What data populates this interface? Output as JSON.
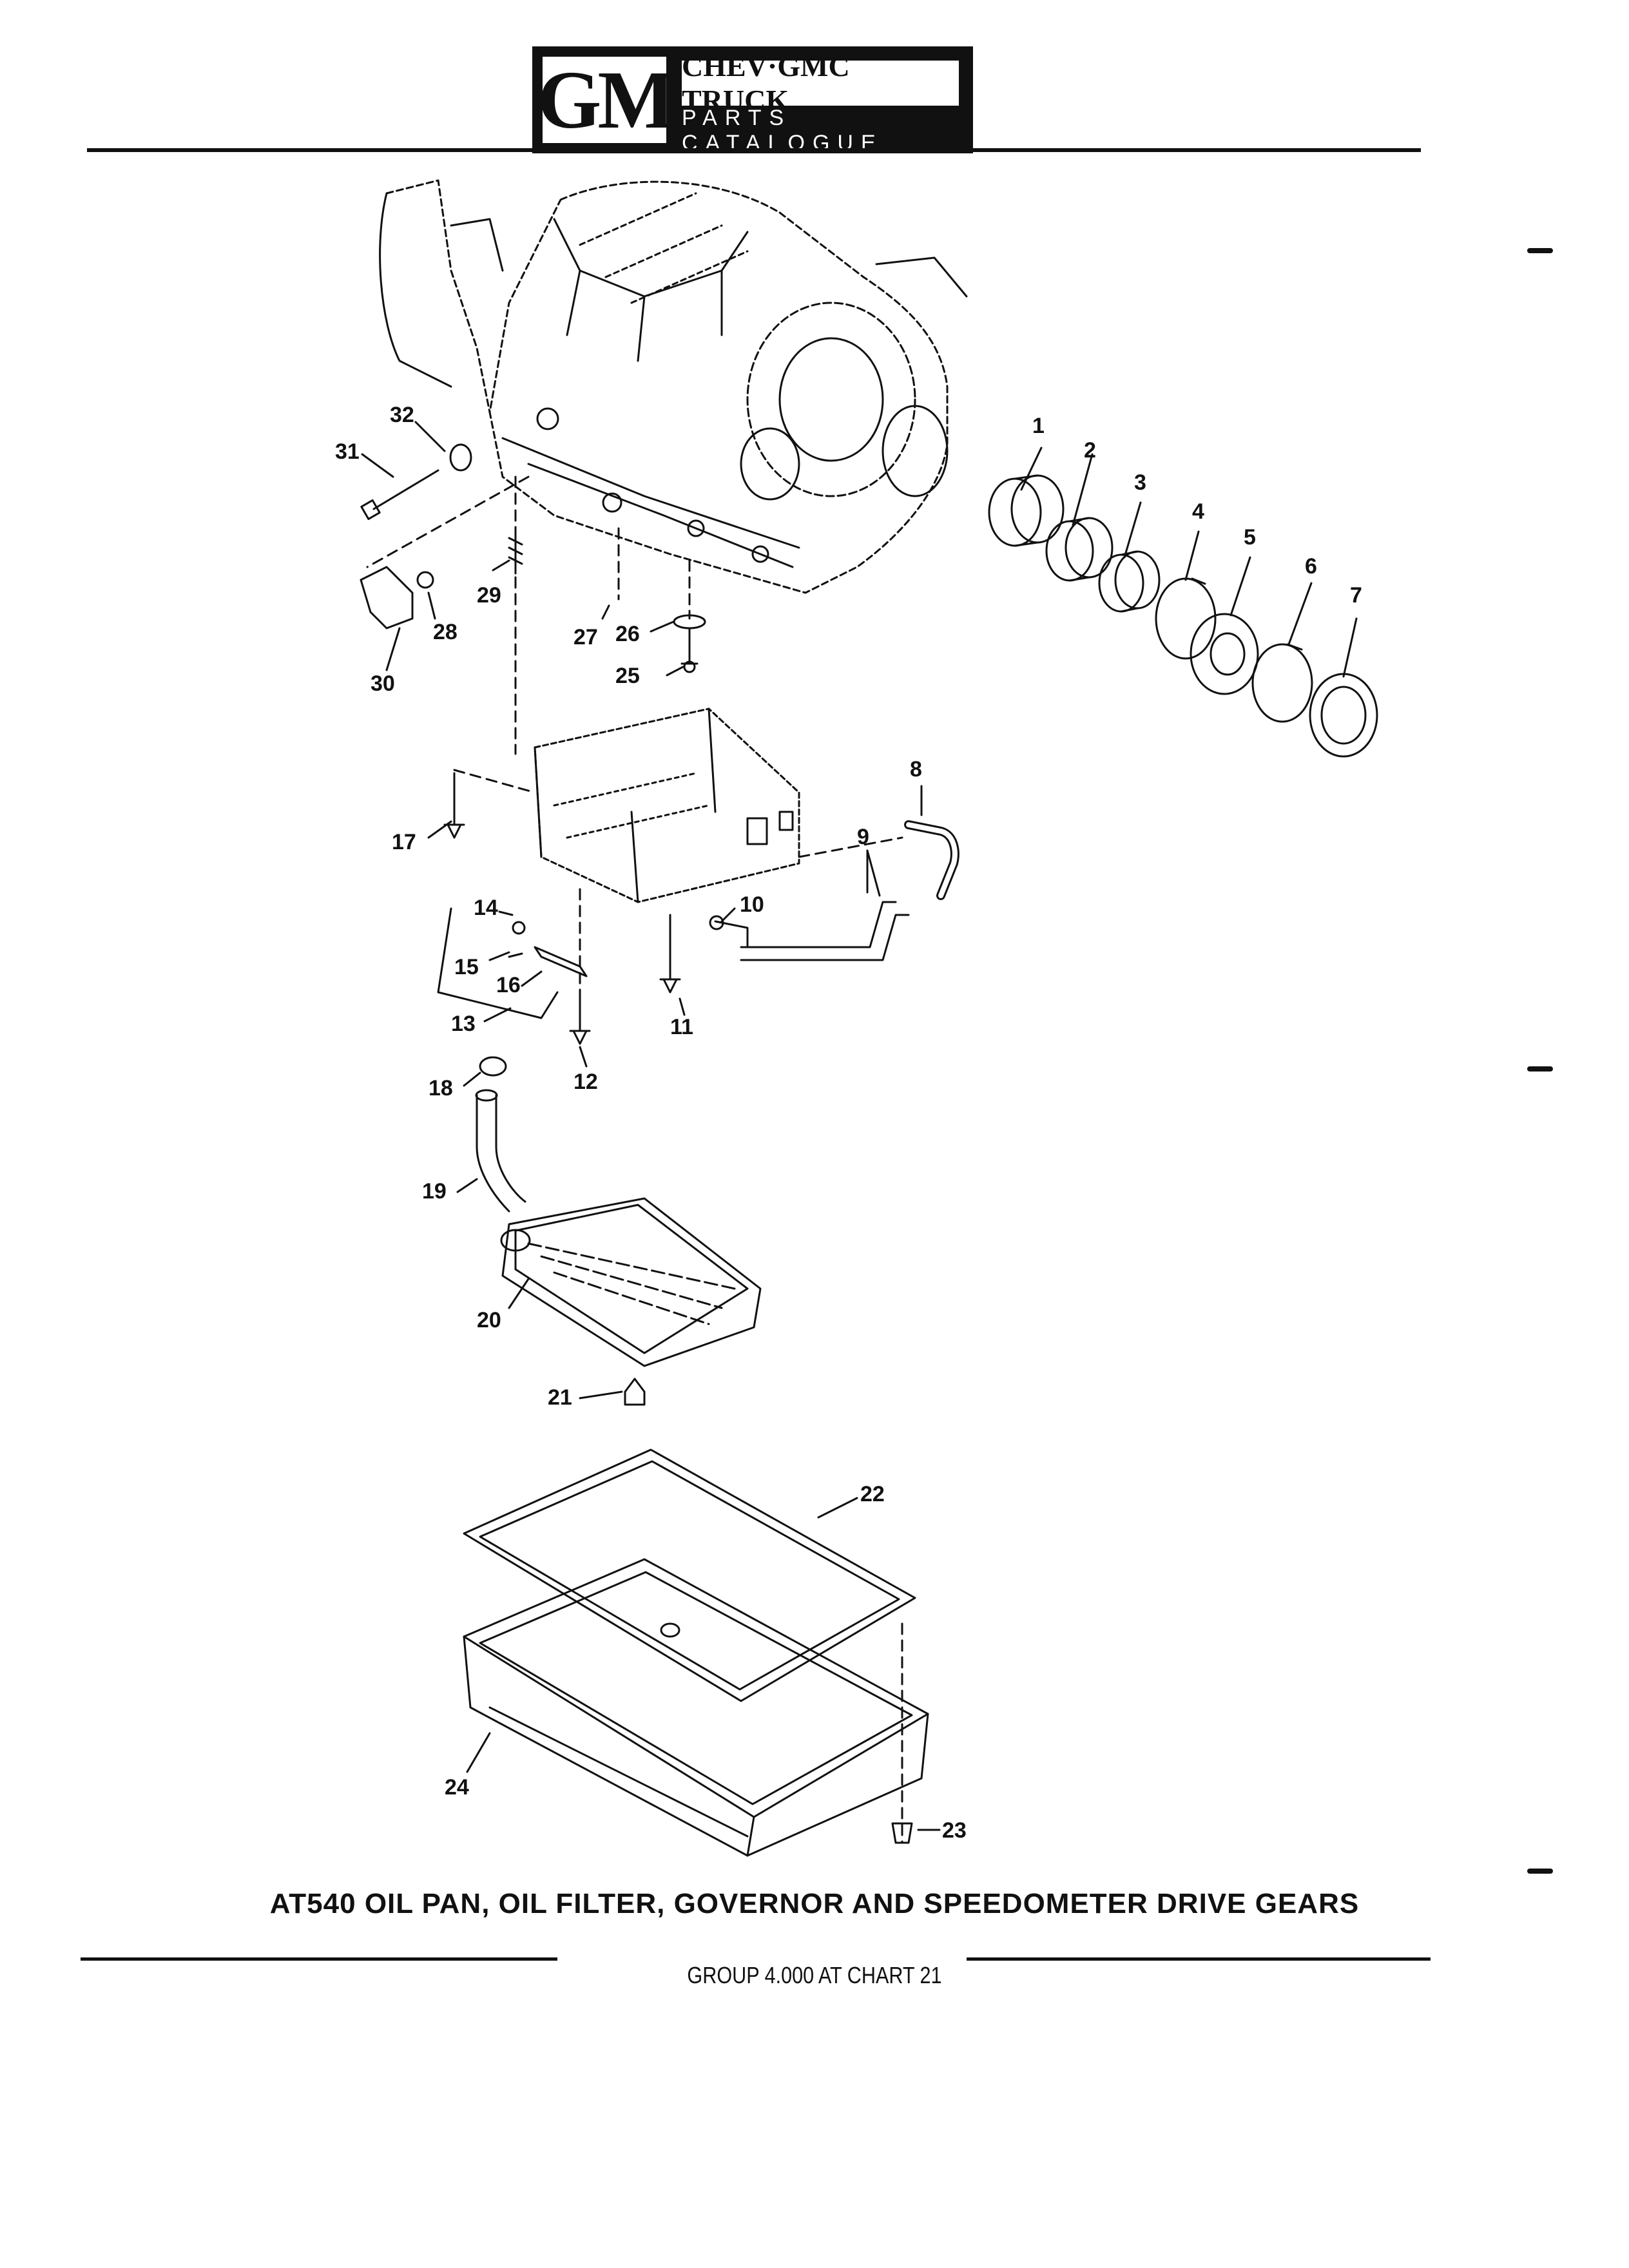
{
  "header": {
    "logo_text": "GM",
    "title": "CHEV·GMC TRUCK",
    "subtitle": "PARTS CATALOGUE"
  },
  "diagram": {
    "callouts": [
      "1",
      "2",
      "3",
      "4",
      "5",
      "6",
      "7",
      "8",
      "9",
      "10",
      "11",
      "12",
      "13",
      "14",
      "15",
      "16",
      "17",
      "18",
      "19",
      "20",
      "21",
      "22",
      "23",
      "24",
      "25",
      "26",
      "27",
      "28",
      "29",
      "30",
      "31",
      "32"
    ]
  },
  "caption": "AT540 OIL PAN, OIL FILTER, GOVERNOR AND SPEEDOMETER DRIVE GEARS",
  "footer": "GROUP 4.000 AT CHART 21",
  "colors": {
    "ink": "#111111",
    "paper": "#ffffff"
  }
}
